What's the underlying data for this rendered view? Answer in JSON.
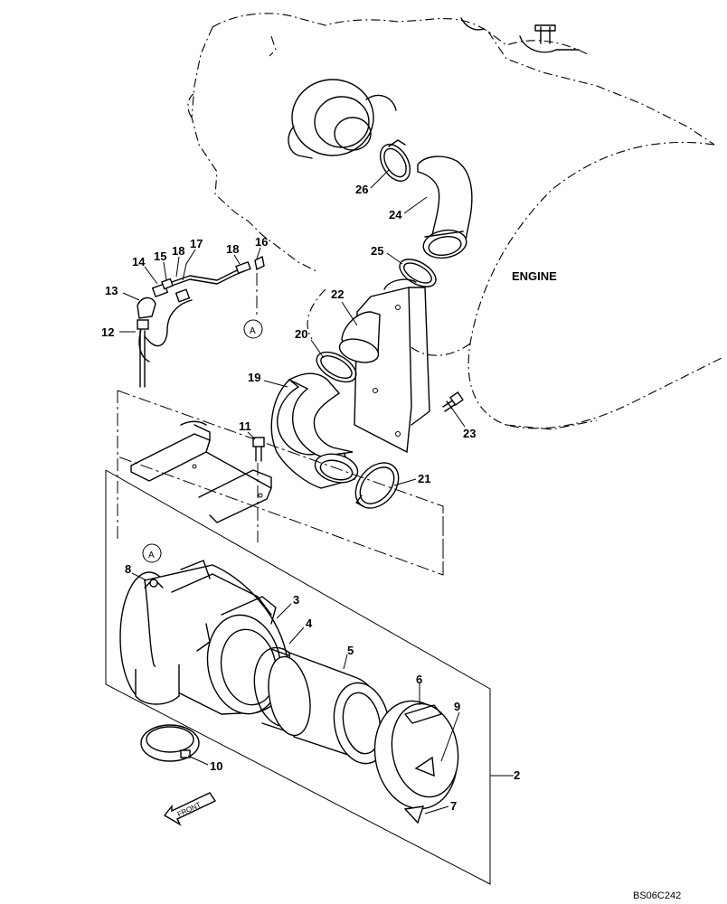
{
  "labels": {
    "engine": "ENGINE",
    "front": "FRONT",
    "figure_code": "BS06C242",
    "ref_a_top": "A",
    "ref_a_bottom": "A"
  },
  "callouts": [
    "2",
    "3",
    "4",
    "5",
    "6",
    "7",
    "8",
    "9",
    "10",
    "11",
    "12",
    "13",
    "14",
    "15",
    "16",
    "17",
    "18",
    "18",
    "19",
    "20",
    "21",
    "22",
    "23",
    "24",
    "25",
    "26"
  ]
}
